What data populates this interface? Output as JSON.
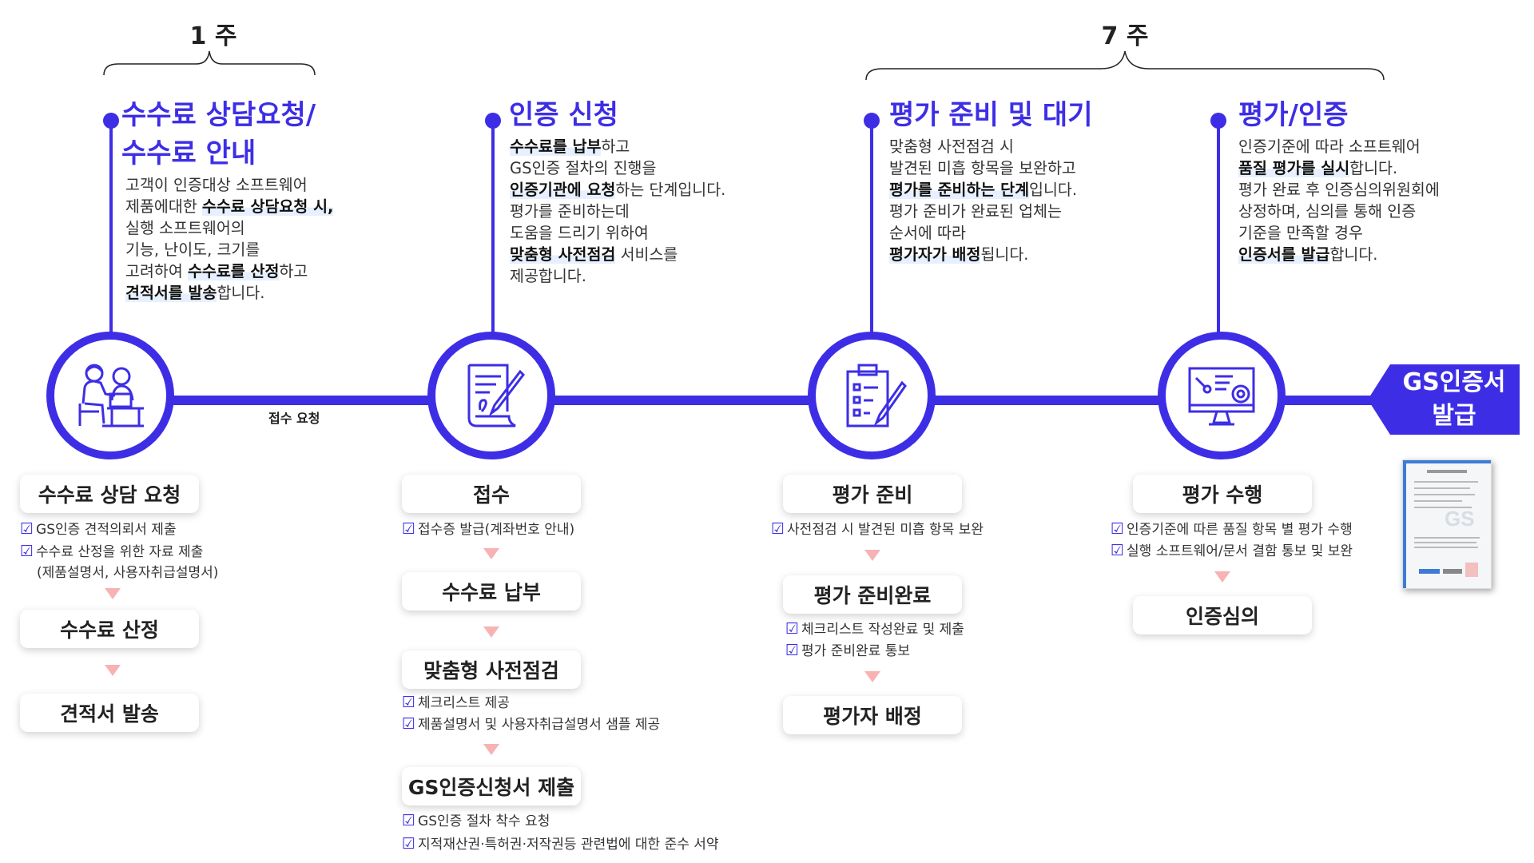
{
  "durations": {
    "first": "1 주",
    "second": "7 주"
  },
  "stages": [
    {
      "title": [
        "수수료 상담요청/",
        "수수료 안내"
      ],
      "desc": [
        [
          {
            "t": "고객이 인증대상 소프트웨어",
            "h": false
          }
        ],
        [
          {
            "t": "제품에대한 ",
            "h": false
          },
          {
            "t": "수수료 상담요청 시,",
            "h": true
          }
        ],
        [
          {
            "t": "실행 소프트웨어의",
            "h": false
          }
        ],
        [
          {
            "t": "기능, 난이도, 크기를",
            "h": false
          }
        ],
        [
          {
            "t": "고려하여 ",
            "h": false
          },
          {
            "t": "수수료를 산정",
            "h": true
          },
          {
            "t": "하고",
            "h": false
          }
        ],
        [
          {
            "t": "견적서를 발송",
            "h": true
          },
          {
            "t": "합니다.",
            "h": false
          }
        ]
      ],
      "icon": "consultation-icon"
    },
    {
      "title": [
        "인증 신청"
      ],
      "desc": [
        [
          {
            "t": "수수료를 납부",
            "h": true
          },
          {
            "t": "하고",
            "h": false
          }
        ],
        [
          {
            "t": "GS인증 절차의 진행을",
            "h": false
          }
        ],
        [
          {
            "t": "인증기관에 요청",
            "h": true
          },
          {
            "t": "하는 단계입니다.",
            "h": false
          }
        ],
        [
          {
            "t": "평가를 준비하는데",
            "h": false
          }
        ],
        [
          {
            "t": "도움을 드리기 위하여",
            "h": false
          }
        ],
        [
          {
            "t": "맞춤형 사전점검",
            "h": true
          },
          {
            "t": " 서비스를",
            "h": false
          }
        ],
        [
          {
            "t": "제공합니다.",
            "h": false
          }
        ]
      ],
      "icon": "document-signing-icon"
    },
    {
      "title": [
        "평가 준비 및 대기"
      ],
      "desc": [
        [
          {
            "t": "맞춤형 사전점검 시",
            "h": false
          }
        ],
        [
          {
            "t": "발견된 미흡 항목을 보완하고",
            "h": false
          }
        ],
        [
          {
            "t": "평가를 준비하는 단계",
            "h": true
          },
          {
            "t": "입니다.",
            "h": false
          }
        ],
        [
          {
            "t": "평가 준비가 완료된 업체는",
            "h": false
          }
        ],
        [
          {
            "t": "순서에 따라",
            "h": false
          }
        ],
        [
          {
            "t": "평가자가 배정",
            "h": true
          },
          {
            "t": "됩니다.",
            "h": false
          }
        ]
      ],
      "icon": "clipboard-checklist-icon"
    },
    {
      "title": [
        "평가/인증"
      ],
      "desc": [
        [
          {
            "t": "인증기준에 따라 소프트웨어",
            "h": false
          }
        ],
        [
          {
            "t": "품질 평가를 실시",
            "h": true
          },
          {
            "t": "합니다.",
            "h": false
          }
        ],
        [
          {
            "t": "평가 완료 후 인증심의위원회에",
            "h": false
          }
        ],
        [
          {
            "t": "상정하며, 심의를 통해 인증",
            "h": false
          }
        ],
        [
          {
            "t": "기준을 만족할 경우",
            "h": false
          }
        ],
        [
          {
            "t": "인증서를 발급",
            "h": true
          },
          {
            "t": "합니다.",
            "h": false
          }
        ]
      ],
      "icon": "monitor-settings-icon"
    }
  ],
  "connector_label": "접수 요청",
  "final_badge": {
    "line1": "GS인증서",
    "line2": "발급"
  },
  "steps": {
    "col1": {
      "box1": "수수료 상담 요청",
      "box1_checks": [
        "GS인증 견적의뢰서 제출",
        "수수료 산정을 위한 자료 제출"
      ],
      "box1_note": "(제품설명서, 사용자취급설명서)",
      "box2": "수수료 산정",
      "box3": "견적서 발송"
    },
    "col2": {
      "box1": "접수",
      "box1_checks": [
        "접수증 발급(계좌번호 안내)"
      ],
      "box2": "수수료 납부",
      "box3": "맞춤형 사전점검",
      "box3_checks": [
        "체크리스트 제공",
        "제품설명서 및 사용자취급설명서 샘플 제공"
      ],
      "box4": "GS인증신청서 제출",
      "box4_checks": [
        "GS인증 절차 착수 요청",
        "지적재산권·특허권·저작권등 관련법에 대한 준수 서약"
      ]
    },
    "col3": {
      "box1": "평가 준비",
      "box1_checks": [
        "사전점검 시 발견된 미흡 항목 보완"
      ],
      "box2": "평가 준비완료",
      "box2_checks": [
        "체크리스트 작성완료 및 제출",
        "평가 준비완료 통보"
      ],
      "box3": "평가자 배정"
    },
    "col4": {
      "box1": "평가 수행",
      "box1_checks": [
        "인증기준에 따른 품질 항목 별 평가 수행",
        "실행 소프트웨어/문서 결함 통보 및 보완"
      ],
      "box2": "인증심의"
    }
  },
  "colors": {
    "accent": "#3d2ee6",
    "arrow": "#f7b3b3",
    "highlight": "#e6f0ff"
  }
}
